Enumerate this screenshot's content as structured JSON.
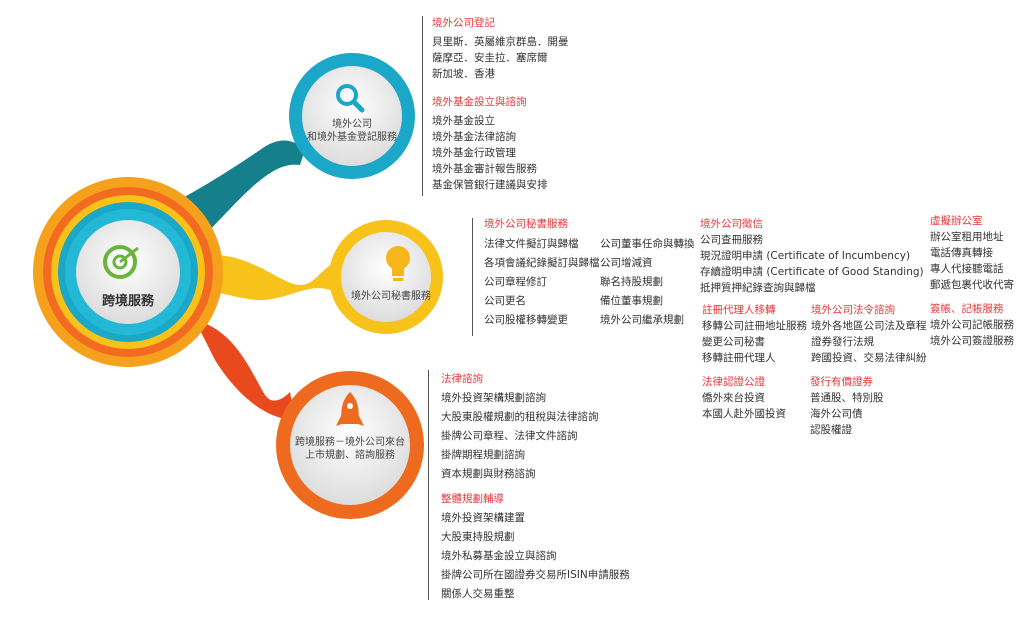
{
  "center": {
    "label": "跨境服務",
    "icon": "target-icon"
  },
  "nodes": [
    {
      "label_lines": [
        "境外公司",
        "和境外基金登記服務"
      ],
      "icon": "search-icon",
      "color": "#1aa7c8"
    },
    {
      "label_lines": [
        "境外公司秘書服務"
      ],
      "icon": "lightbulb-icon",
      "color": "#f5b51b"
    },
    {
      "label_lines": [
        "跨境服務－境外公司來台",
        "上市規劃、諮詢服務"
      ],
      "icon": "rocket-icon",
      "color": "#ee6a1f"
    }
  ],
  "registration": {
    "groups": [
      {
        "title": "境外公司登記",
        "items": [
          "貝里斯．英屬維京群島．開曼",
          "薩摩亞．安圭拉．塞席爾",
          "新加坡．香港"
        ]
      },
      {
        "title": "境外基金設立與諮詢",
        "items": [
          "境外基金設立",
          "境外基金法律諮詢",
          "境外基金行政管理",
          "境外基金審計報告服務",
          "基金保管銀行建議與安排"
        ]
      }
    ]
  },
  "secretary": {
    "title": "境外公司秘書服務",
    "col1": [
      "法律文件擬訂與歸檔",
      "各項會議紀錄擬訂與歸檔",
      "公司章程修訂",
      "公司更名",
      "公司股權移轉變更"
    ],
    "col2": [
      "公司董事任命與轉換",
      "公司增減資",
      "聯名持股規劃",
      "備位董事規劃",
      "境外公司繼承規劃"
    ]
  },
  "right_groups": {
    "credit": {
      "title": "境外公司徵信",
      "items": [
        "公司查冊服務",
        "現況證明申請 (Certificate of Incumbency)",
        "存續證明申請 (Certificate of Good Standing)",
        "抵押質押紀錄查詢與歸檔"
      ]
    },
    "virtual_office": {
      "title": "虛擬辦公室",
      "items": [
        "辦公室租用地址",
        "電話傳真轉接",
        "專人代接聽電話",
        "郵遞包裹代收代寄"
      ]
    },
    "accounting": {
      "title": "簽帳、記帳服務",
      "items": [
        "境外公司記帳服務",
        "境外公司簽證服務"
      ]
    },
    "agent": {
      "title": "註冊代理人移轉",
      "items": [
        "移轉公司註冊地址服務",
        "變更公司秘書",
        "移轉註冊代理人"
      ]
    },
    "law": {
      "title": "境外公司法令諮詢",
      "items": [
        "境外各地區公司法及章程",
        "證券發行法規",
        "跨國投資、交易法律糾紛"
      ]
    },
    "notary": {
      "title": "法律認證公證",
      "items": [
        "僑外來台投資",
        "本國人赴外國投資"
      ]
    },
    "securities": {
      "title": "發行有價證券",
      "items": [
        "普通股、特別股",
        "海外公司債",
        "認股權證"
      ]
    }
  },
  "listing": {
    "groups": [
      {
        "title": "法律諮詢",
        "items": [
          "境外投資架構規劃諮詢",
          "大股東股權規劃的租稅與法律諮詢",
          "掛牌公司章程、法律文件諮詢",
          "掛牌期程規劃諮詢",
          "資本規劃與財務諮詢"
        ]
      },
      {
        "title": "整體規劃輔導",
        "items": [
          "境外投資架構建置",
          "大股東持股規劃",
          "境外私募基金設立與諮詢",
          "掛牌公司所在國證券交易所ISIN申請服務",
          "關係人交易重整"
        ]
      }
    ]
  }
}
